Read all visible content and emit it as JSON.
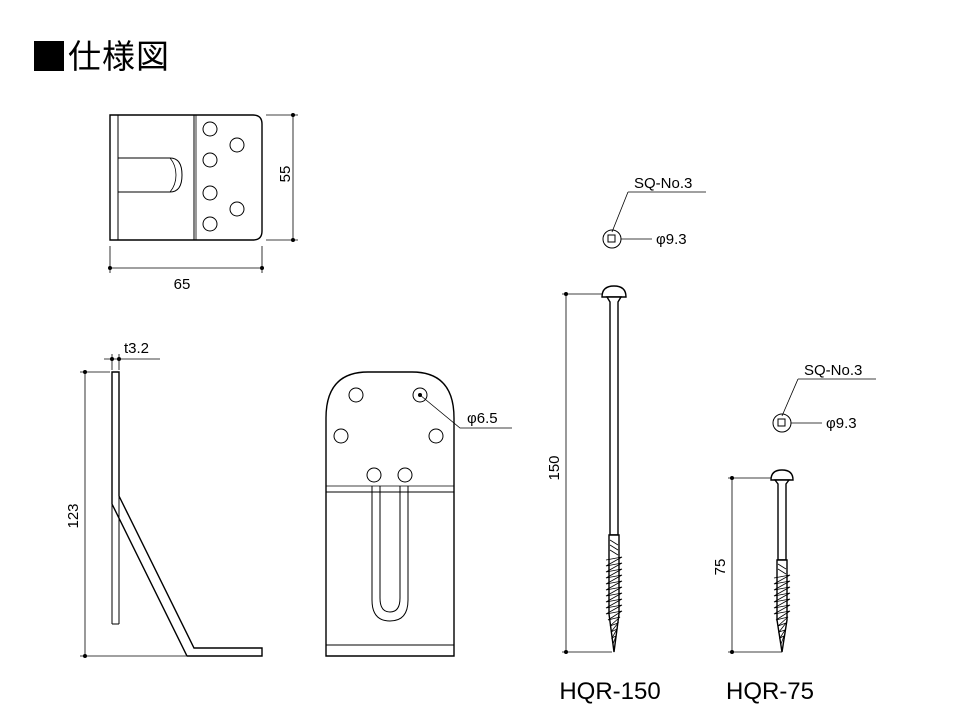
{
  "title": "仕様図",
  "bracket_top": {
    "width_dim": "65",
    "height_dim": "55"
  },
  "bracket_side": {
    "thickness_dim": "t3.2",
    "height_dim": "123"
  },
  "bracket_front": {
    "hole_dim": "φ6.5"
  },
  "screw_long": {
    "model": "HQR-150",
    "length_dim": "150",
    "drive": "SQ-No.3",
    "head_dim": "φ9.3"
  },
  "screw_short": {
    "model": "HQR-75",
    "length_dim": "75",
    "drive": "SQ-No.3",
    "head_dim": "φ9.3"
  }
}
